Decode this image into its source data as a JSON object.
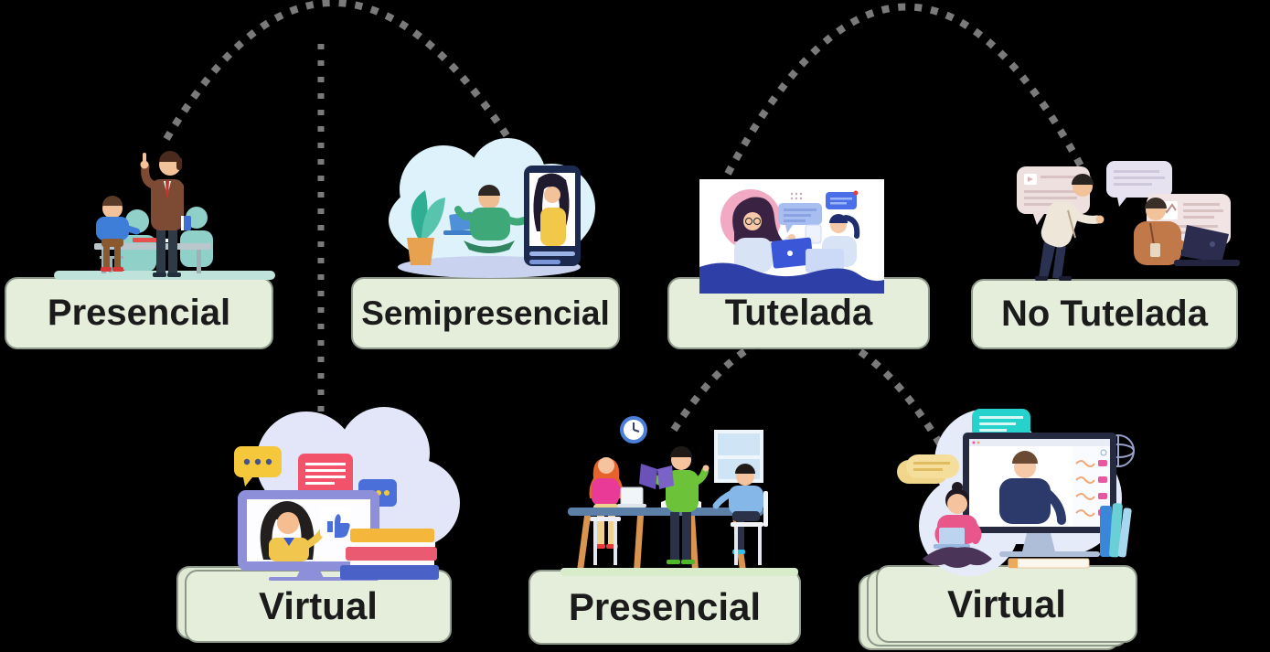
{
  "diagram": {
    "background_color": "#000000",
    "connector_color": "#7a7a7a",
    "label_fill": "#e4eeda",
    "label_border": "#8e988b",
    "label_text_color": "#1b1b1b",
    "top_row": [
      {
        "label": "Presencial",
        "illustration": "teacher-lecturing-student-at-desk"
      },
      {
        "label": "Semipresencial",
        "illustration": "student-cross-legged-laptop-video-call-phone"
      },
      {
        "label": "Tutelada",
        "illustration": "two-women-meeting-with-laptops"
      },
      {
        "label": "No Tutelada",
        "illustration": "mentor-pointing-over-student-with-laptop"
      }
    ],
    "bottom_row": [
      {
        "label": "Virtual",
        "illustration": "teacher-on-desktop-screen-with-books"
      },
      {
        "label": "Presencial",
        "illustration": "teacher-and-students-around-table"
      },
      {
        "label": "Virtual",
        "illustration": "woman-with-laptop-before-video-lesson-monitor"
      }
    ],
    "connectors": [
      {
        "from": "Presencial (top)",
        "to": "Semipresencial",
        "shape": "dotted-arc"
      },
      {
        "from": "Presencial/Semipresencial arc",
        "to": "Virtual (bottom-left)",
        "shape": "dotted-vertical-line"
      },
      {
        "from": "Tutelada",
        "to": "No Tutelada",
        "shape": "dotted-arc"
      },
      {
        "from": "Presencial (bottom)",
        "to": "Virtual (bottom-right)",
        "shape": "dotted-arc"
      }
    ]
  }
}
